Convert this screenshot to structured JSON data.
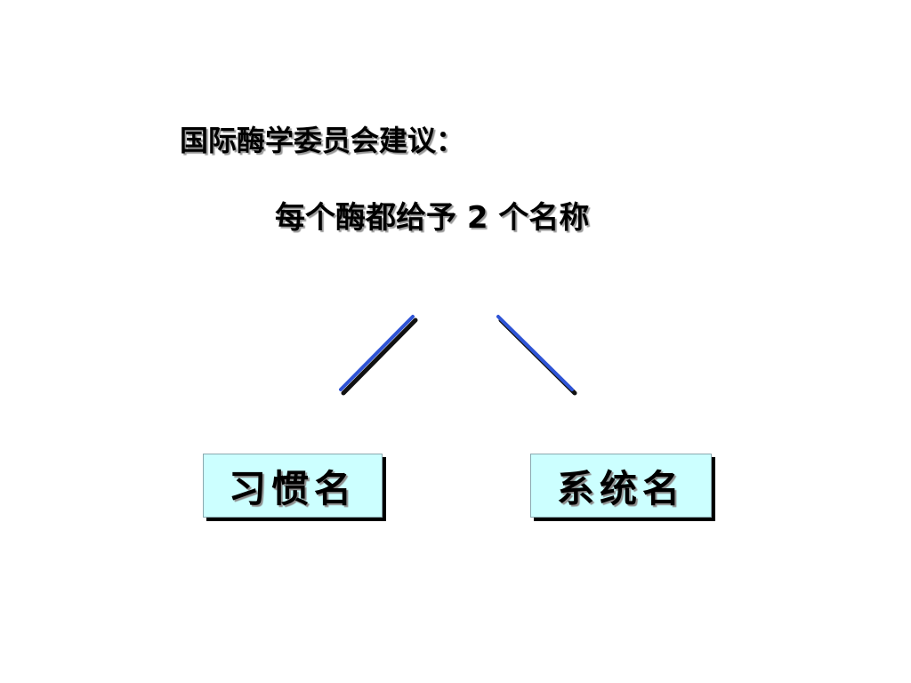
{
  "slide": {
    "heading": "国际酶学委员会建议：",
    "subheading": "每个酶都给予 2 个名称"
  },
  "names": {
    "left_label": "习惯名",
    "right_label": "系统名"
  },
  "colors": {
    "background": "#ffffff",
    "line": "#2f54d6",
    "box_fill": "#ccffff",
    "box_shadow": "#000000",
    "text_shadow": "#9a9a9a"
  }
}
